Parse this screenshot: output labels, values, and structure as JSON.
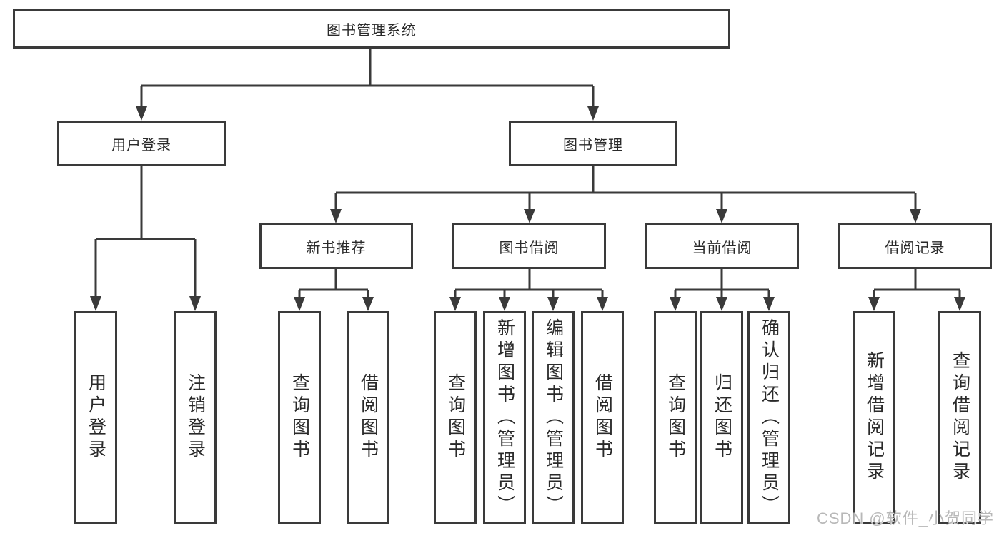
{
  "diagram": {
    "root": {
      "label": "图书管理系统"
    },
    "level2": [
      {
        "label": "用户登录"
      },
      {
        "label": "图书管理"
      }
    ],
    "level3": [
      {
        "label": "新书推荐"
      },
      {
        "label": "图书借阅"
      },
      {
        "label": "当前借阅"
      },
      {
        "label": "借阅记录"
      }
    ],
    "leaves": [
      {
        "label": "用户登录"
      },
      {
        "label": "注销登录"
      },
      {
        "label": "查询图书"
      },
      {
        "label": "借阅图书"
      },
      {
        "label": "查询图书"
      },
      {
        "label": "新增图书（管理员）"
      },
      {
        "label": "编辑图书（管理员）"
      },
      {
        "label": "借阅图书"
      },
      {
        "label": "查询图书"
      },
      {
        "label": "归还图书"
      },
      {
        "label": "确认归还（管理员）"
      },
      {
        "label": "新增借阅记录"
      },
      {
        "label": "查询借阅记录"
      }
    ]
  },
  "watermark": {
    "text": "CSDN @软件_小贺同学"
  },
  "colors": {
    "line": "#3a3a3a",
    "text": "#2a2a2a",
    "watermark": "#b8b8b8",
    "background": "#ffffff"
  }
}
